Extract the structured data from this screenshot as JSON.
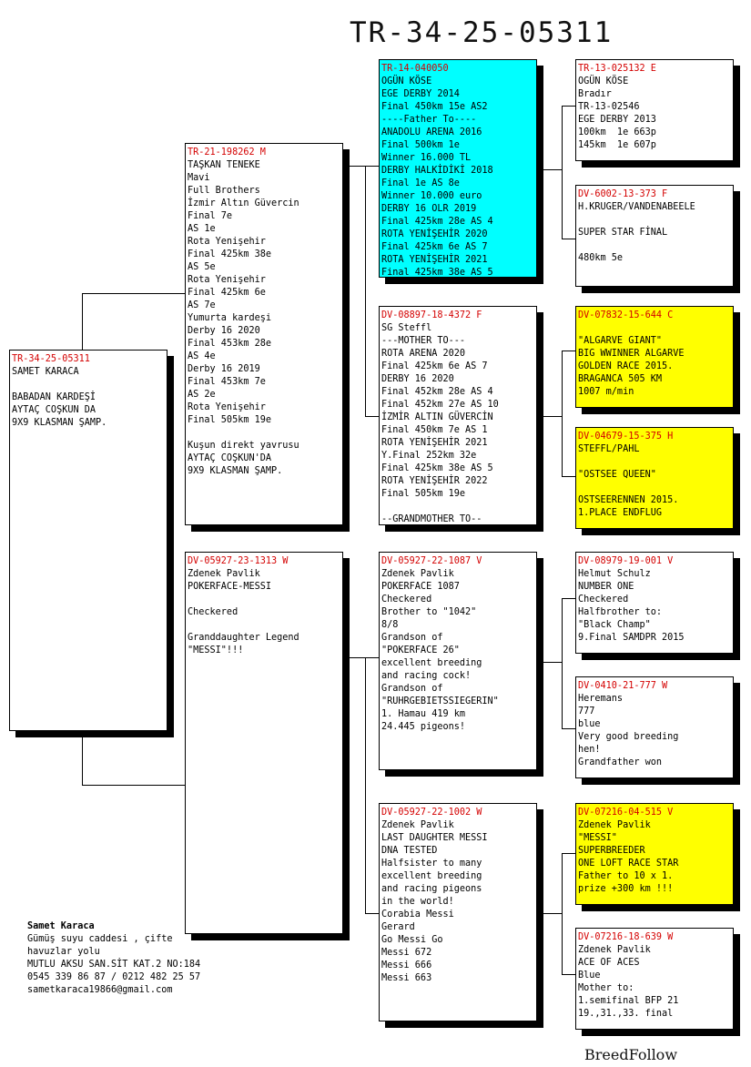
{
  "pedigree": {
    "title": "TR-34-25-05311",
    "subject": {
      "ring": "TR-34-25-05311",
      "lines": [
        "SAMET KARACA",
        "",
        "BABADAN KARDEŞİ",
        "AYTAÇ COŞKUN DA",
        "9X9 KLASMAN ŞAMP."
      ]
    },
    "sire": {
      "ring": "TR-21-198262 M",
      "lines": [
        "TAŞKAN TENEKE",
        "Mavi",
        "Full Brothers",
        "İzmir Altın Güvercin",
        "Final 7e",
        "AS 1e",
        "Rota Yenişehir",
        "Final 425km 38e",
        "AS 5e",
        "Rota Yenişehir",
        "Final 425km 6e",
        "AS 7e",
        "Yumurta kardeşi",
        "Derby 16 2020",
        "Final 453km 28e",
        "AS 4e",
        "Derby 16 2019",
        "Final 453km 7e",
        "AS 2e",
        "Rota Yenişehir",
        "Final 505km 19e",
        "",
        "Kuşun direkt yavrusu",
        "AYTAÇ COŞKUN'DA",
        "9X9 KLASMAN ŞAMP."
      ]
    },
    "dam": {
      "ring": "DV-05927-23-1313 W",
      "lines": [
        "Zdenek Pavlik",
        "POKERFACE-MESSI",
        "",
        "Checkered",
        "",
        "Granddaughter Legend",
        "\"MESSI\"!!!"
      ]
    },
    "sire_sire": {
      "ring": "TR-14-040050",
      "lines": [
        "OGÜN KÖSE",
        "EGE DERBY 2014",
        "Final 450km 15e AS2",
        "----Father To----",
        "ANADOLU ARENA 2016",
        "Final 500km 1e",
        "Winner 16.000 TL",
        "DERBY HALKİDİKİ 2018",
        "Final 1e AS 8e",
        "Winner 10.000 euro",
        "DERBY 16 OLR 2019",
        "Final 425km 28e AS 4",
        "ROTA YENİŞEHİR 2020",
        "Final 425km 6e AS 7",
        "ROTA YENİŞEHİR 2021",
        "Final 425km 38e AS 5"
      ]
    },
    "sire_dam": {
      "ring": "DV-08897-18-4372 F",
      "lines": [
        "SG Steffl",
        "---MOTHER TO---",
        "ROTA ARENA 2020",
        "Final 425km 6e AS 7",
        "DERBY 16 2020",
        "Final 452km 28e AS 4",
        "Final 452km 27e AS 10",
        "İZMİR ALTIN GÜVERCİN",
        "Final 450km 7e AS 1",
        "ROTA YENİŞEHİR 2021",
        "Y.Final 252km 32e",
        "Final 425km 38e AS 5",
        "ROTA YENİŞEHİR 2022",
        "Final 505km 19e",
        "",
        "--GRANDMOTHER TO--"
      ]
    },
    "dam_sire": {
      "ring": "DV-05927-22-1087 V",
      "lines": [
        "Zdenek Pavlik",
        "POKERFACE 1087",
        "Checkered",
        "Brother to \"1042\"",
        "8/8",
        "Grandson of",
        "\"POKERFACE 26\"",
        "excellent breeding",
        "and racing cock!",
        "Grandson of",
        "\"RUHRGEBIETSSIEGERIN\"",
        "1. Hamau 419 km",
        "24.445 pigeons!"
      ]
    },
    "dam_dam": {
      "ring": "DV-05927-22-1002 W",
      "lines": [
        "Zdenek Pavlik",
        "LAST DAUGHTER MESSI",
        "DNA TESTED",
        "Halfsister to many",
        "excellent breeding",
        "and racing pigeons",
        "in the world!",
        "Corabia Messi",
        "Gerard",
        "Go Messi Go",
        "Messi 672",
        "Messi 666",
        "Messi 663"
      ]
    },
    "ggp": [
      {
        "ring": "TR-13-025132 E",
        "lines": [
          "OGÜN KÖSE",
          "Bradır",
          "TR-13-02546",
          "EGE DERBY 2013",
          "100km  1e 663p",
          "145km  1e 607p"
        ]
      },
      {
        "ring": "DV-6002-13-373 F",
        "lines": [
          "H.KRUGER/VANDENABEELE",
          "",
          "SUPER STAR FİNAL",
          "",
          "480km 5e"
        ]
      },
      {
        "ring": "DV-07832-15-644 C",
        "lines": [
          "",
          "\"ALGARVE GIANT\"",
          "BIG WWINNER ALGARVE",
          "GOLDEN RACE 2015.",
          "BRAGANCA 505 KM",
          "1007 m/min"
        ]
      },
      {
        "ring": "DV-04679-15-375 H",
        "lines": [
          "STEFFL/PAHL",
          "",
          "\"OSTSEE QUEEN\"",
          "",
          "OSTSEERENNEN 2015.",
          "1.PLACE ENDFLUG"
        ]
      },
      {
        "ring": "DV-08979-19-001 V",
        "lines": [
          "Helmut Schulz",
          "NUMBER ONE",
          "Checkered",
          "Halfbrother to:",
          "\"Black Champ\"",
          "9.Final SAMDPR 2015"
        ]
      },
      {
        "ring": "DV-0410-21-777 W",
        "lines": [
          "Heremans",
          "777",
          "blue",
          "Very good breeding",
          "hen!",
          "Grandfather won"
        ]
      },
      {
        "ring": "DV-07216-04-515 V",
        "lines": [
          "Zdenek Pavlik",
          "\"MESSI\"",
          "SUPERBREEDER",
          "ONE LOFT RACE STAR",
          "Father to 10 x 1.",
          "prize +300 km !!!"
        ]
      },
      {
        "ring": "DV-07216-18-639 W",
        "lines": [
          "Zdenek Pavlik",
          "ACE OF ACES",
          "Blue",
          "Mother to:",
          "1.semifinal BFP 21",
          "19.,31.,33. final"
        ]
      }
    ],
    "contact": {
      "name": "Samet Karaca",
      "lines": [
        "Gümüş suyu caddesi , çifte",
        "havuzlar yolu",
        "MUTLU AKSU SAN.SİT KAT.2 NO:184",
        "0545 339 86 87 / 0212 482 25 57",
        "sametkaraca19866@gmail.com"
      ]
    },
    "footer": "BreedFollow",
    "colors": {
      "ring": "#d40000",
      "cyan": "#00ffff",
      "yellow": "#ffff00"
    }
  }
}
